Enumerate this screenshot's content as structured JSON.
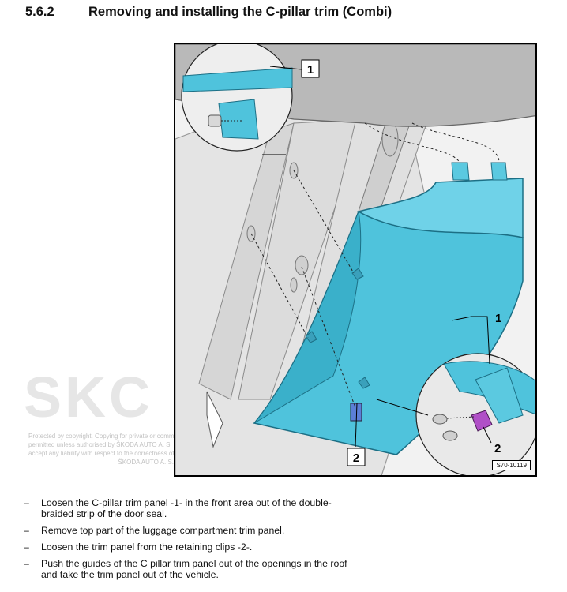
{
  "section": {
    "number": "5.6.2",
    "title": "Removing and installing the C-pillar trim (Combi)"
  },
  "figure": {
    "callouts": [
      "1",
      "1",
      "2",
      "2"
    ],
    "code": "S70-10119",
    "colors": {
      "trim": "#4fc3dc",
      "clip": "#b04fc7",
      "body": "#d9d9d9",
      "roof": "#b8b8b8"
    }
  },
  "watermark": {
    "logo_text": "SKODA",
    "copyright_lines": [
      "Protected by copyright. Copying for private or commercial purposes, in part or in whole, is not",
      "permitted unless authorised by ŠKODA AUTO A. S. ŠKODA AUTO A. S. does not guarantee or",
      "accept any liability with respect to the correctness of information in this document. Copyright by",
      "ŠKODA AUTO A. S."
    ]
  },
  "steps": [
    "Loosen the C-pillar trim panel -1- in the front area out of the double-braided strip of the door seal.",
    "Remove top part of the luggage compartment trim panel.",
    "Loosen the trim panel from the retaining clips -2-.",
    "Push the guides of the C pillar trim panel out of the openings in the roof and take the trim panel out of the vehicle."
  ]
}
